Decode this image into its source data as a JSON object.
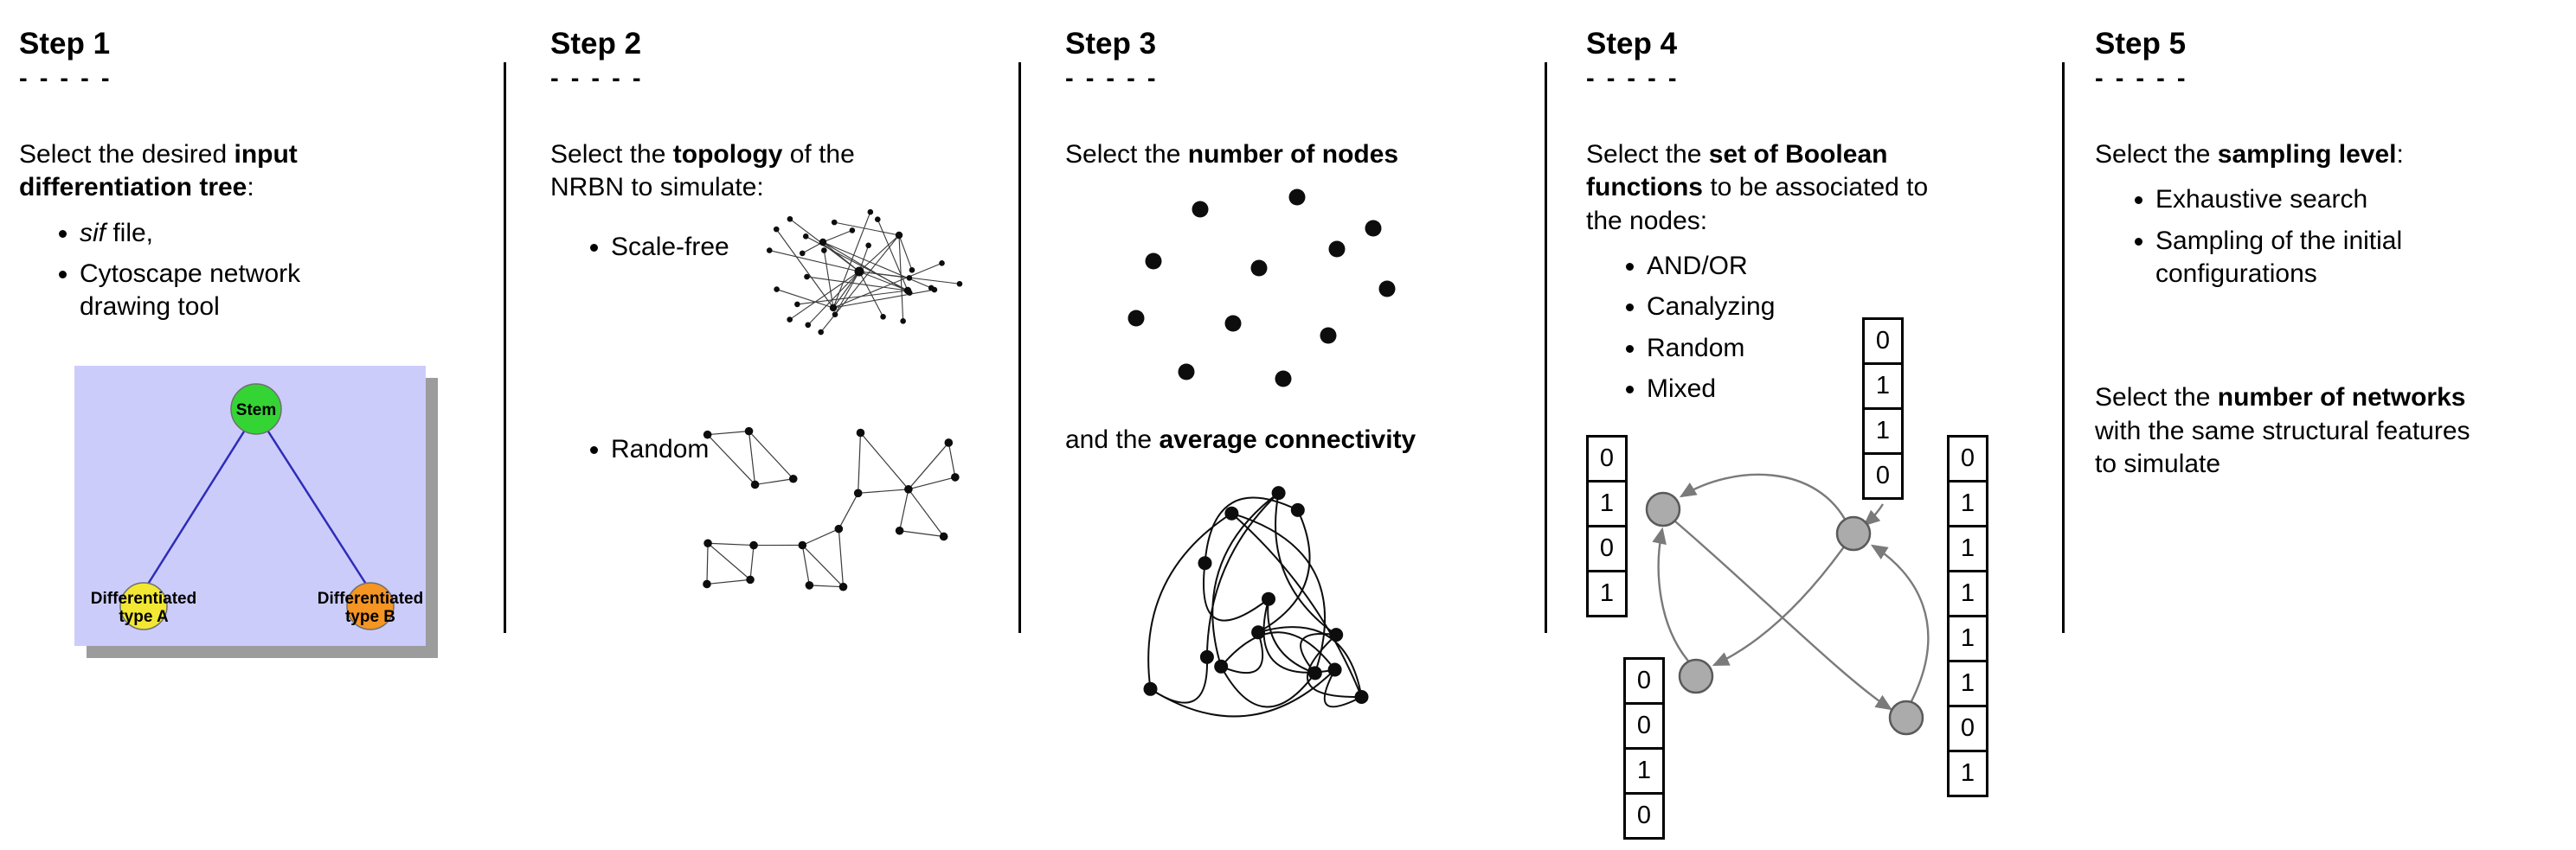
{
  "page": {
    "background": "#ffffff",
    "divider_color": "#000000"
  },
  "step1": {
    "title": "Step 1",
    "dashes": "- - - - -",
    "intro": [
      "Select the desired ",
      "input differentiation tree",
      ":"
    ],
    "bullets": [
      {
        "italic": "sif",
        "text": " file,"
      },
      {
        "italic": "",
        "text": "Cytoscape network drawing tool"
      }
    ],
    "tree": {
      "stem": "Stem",
      "type_a_line1": "Differentiated",
      "type_a_line2": "type A",
      "type_b_line1": "Differentiated",
      "type_b_line2": "type B",
      "colors": {
        "background": "#ccccfb",
        "stem": "#35d435",
        "type_a": "#f2e833",
        "type_b": "#f59523",
        "edge": "#2d2db8"
      }
    }
  },
  "step2": {
    "title": "Step 2",
    "dashes": "- - - - -",
    "intro": [
      "Select the ",
      "topology",
      " of the NRBN to simulate:"
    ],
    "bullets": [
      "Scale-free",
      "Random"
    ]
  },
  "step3": {
    "title": "Step 3",
    "dashes": "- - - - -",
    "line1": [
      "Select the ",
      "number of nodes"
    ],
    "line2": [
      "and the ",
      "average connectivity"
    ]
  },
  "step4": {
    "title": "Step 4",
    "dashes": "- - - - -",
    "intro": [
      "Select the ",
      "set of Boolean functions",
      " to be associated to the nodes:"
    ],
    "bullets": [
      "AND/OR",
      "Canalyzing",
      "Random",
      "Mixed"
    ],
    "tables": {
      "left": [
        "0",
        "1",
        "0",
        "1"
      ],
      "top": [
        "0",
        "1",
        "1",
        "0"
      ],
      "right": [
        "0",
        "1",
        "1",
        "1",
        "1",
        "1",
        "0",
        "1"
      ],
      "bottom": [
        "0",
        "0",
        "1",
        "0"
      ]
    }
  },
  "step5": {
    "title": "Step 5",
    "dashes": "- - - - -",
    "intro": [
      "Select the ",
      "sampling level",
      ":"
    ],
    "bullets": [
      "Exhaustive search",
      "Sampling of the initial configurations"
    ],
    "second": [
      "Select the ",
      "number of networks",
      " with the same structural features to simulate"
    ]
  }
}
